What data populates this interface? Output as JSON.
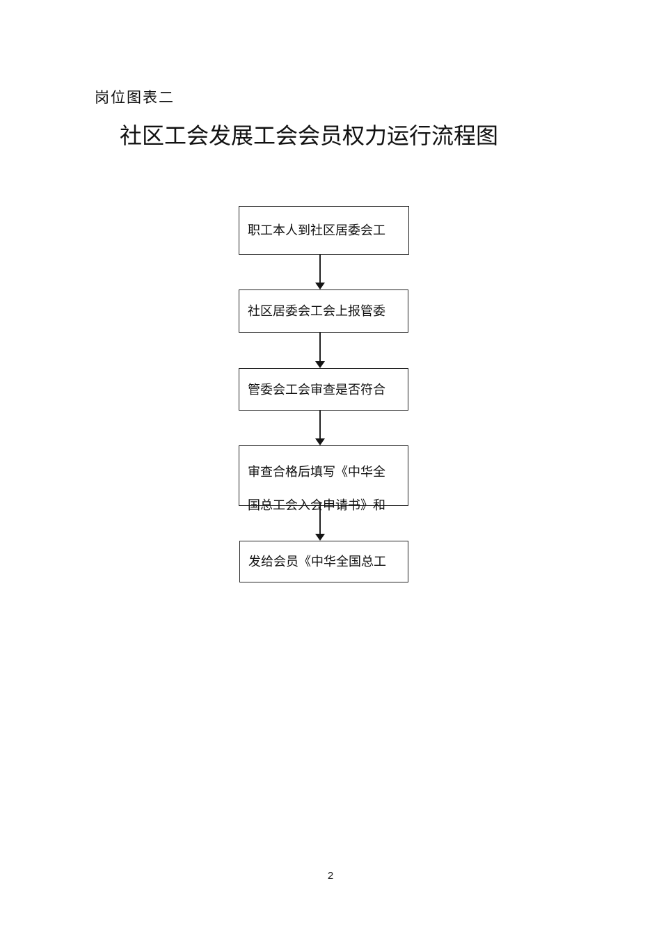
{
  "document": {
    "section_label": "岗位图表二",
    "title": "社区工会发展工会会员权力运行流程图",
    "page_number": "2"
  },
  "flowchart": {
    "boxes": [
      {
        "lines": [
          "职工本人到社区居委会工"
        ]
      },
      {
        "lines": [
          "社区居委会工会上报管委"
        ]
      },
      {
        "lines": [
          "管委会工会审查是否符合"
        ]
      },
      {
        "lines": [
          "审查合格后填写《中华全",
          "国总工会入会申请书》和"
        ]
      },
      {
        "lines": [
          "发给会员《中华全国总工"
        ]
      }
    ]
  },
  "colors": {
    "ink": "#111111",
    "line": "#222222",
    "background": "#ffffff"
  }
}
